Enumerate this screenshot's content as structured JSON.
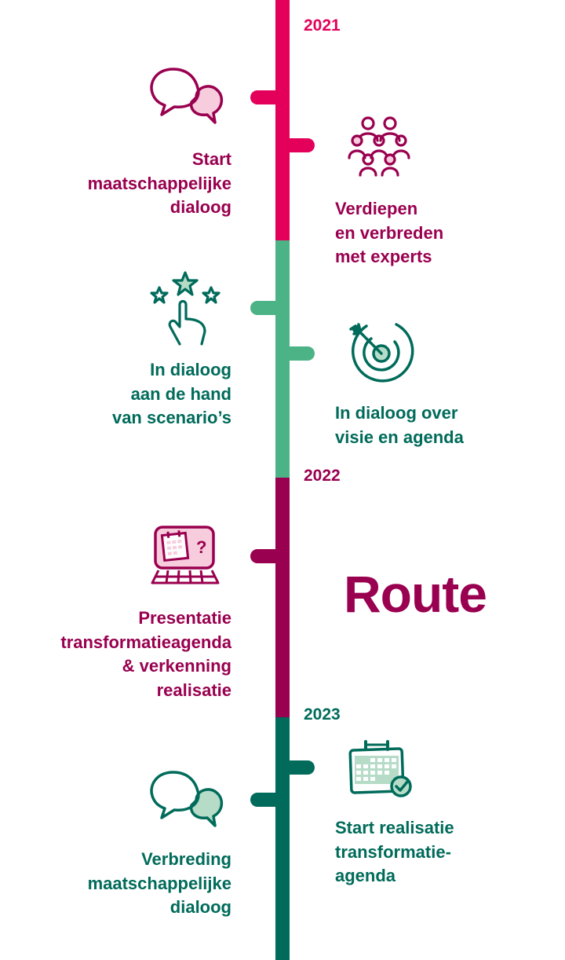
{
  "title": "Route",
  "colors": {
    "pink": "#E4005A",
    "pink_text": "#99004F",
    "pink_fill": "#F7CCDC",
    "light_green": "#4BB385",
    "dark_green": "#006B5A",
    "green_fill": "#B6DCC8",
    "purple": "#990050"
  },
  "years": [
    "2021",
    "2022",
    "2023"
  ],
  "milestones": [
    {
      "label": "Start\nmaatschappelijke\ndialoog",
      "icon": "speech-bubbles-icon",
      "side": "left"
    },
    {
      "label": "Verdiepen\nen verbreden\nmet experts",
      "icon": "people-group-icon",
      "side": "right"
    },
    {
      "label": "In dialoog\naan de hand\nvan scenario’s",
      "icon": "hand-stars-rating-icon",
      "side": "left"
    },
    {
      "label": "In dialoog over\nvisie en agenda",
      "icon": "target-arrow-icon",
      "side": "right"
    },
    {
      "label": "Presentatie\ntransformatieagenda\n& verkenning\nrealisatie",
      "icon": "laptop-calendar-question-icon",
      "side": "left"
    },
    {
      "label": "Start realisatie\ntransformatie-\nagenda",
      "icon": "calendar-check-icon",
      "side": "right"
    },
    {
      "label": "Verbreding\nmaatschappelijke\ndialoog",
      "icon": "speech-bubbles-icon",
      "side": "left"
    }
  ]
}
